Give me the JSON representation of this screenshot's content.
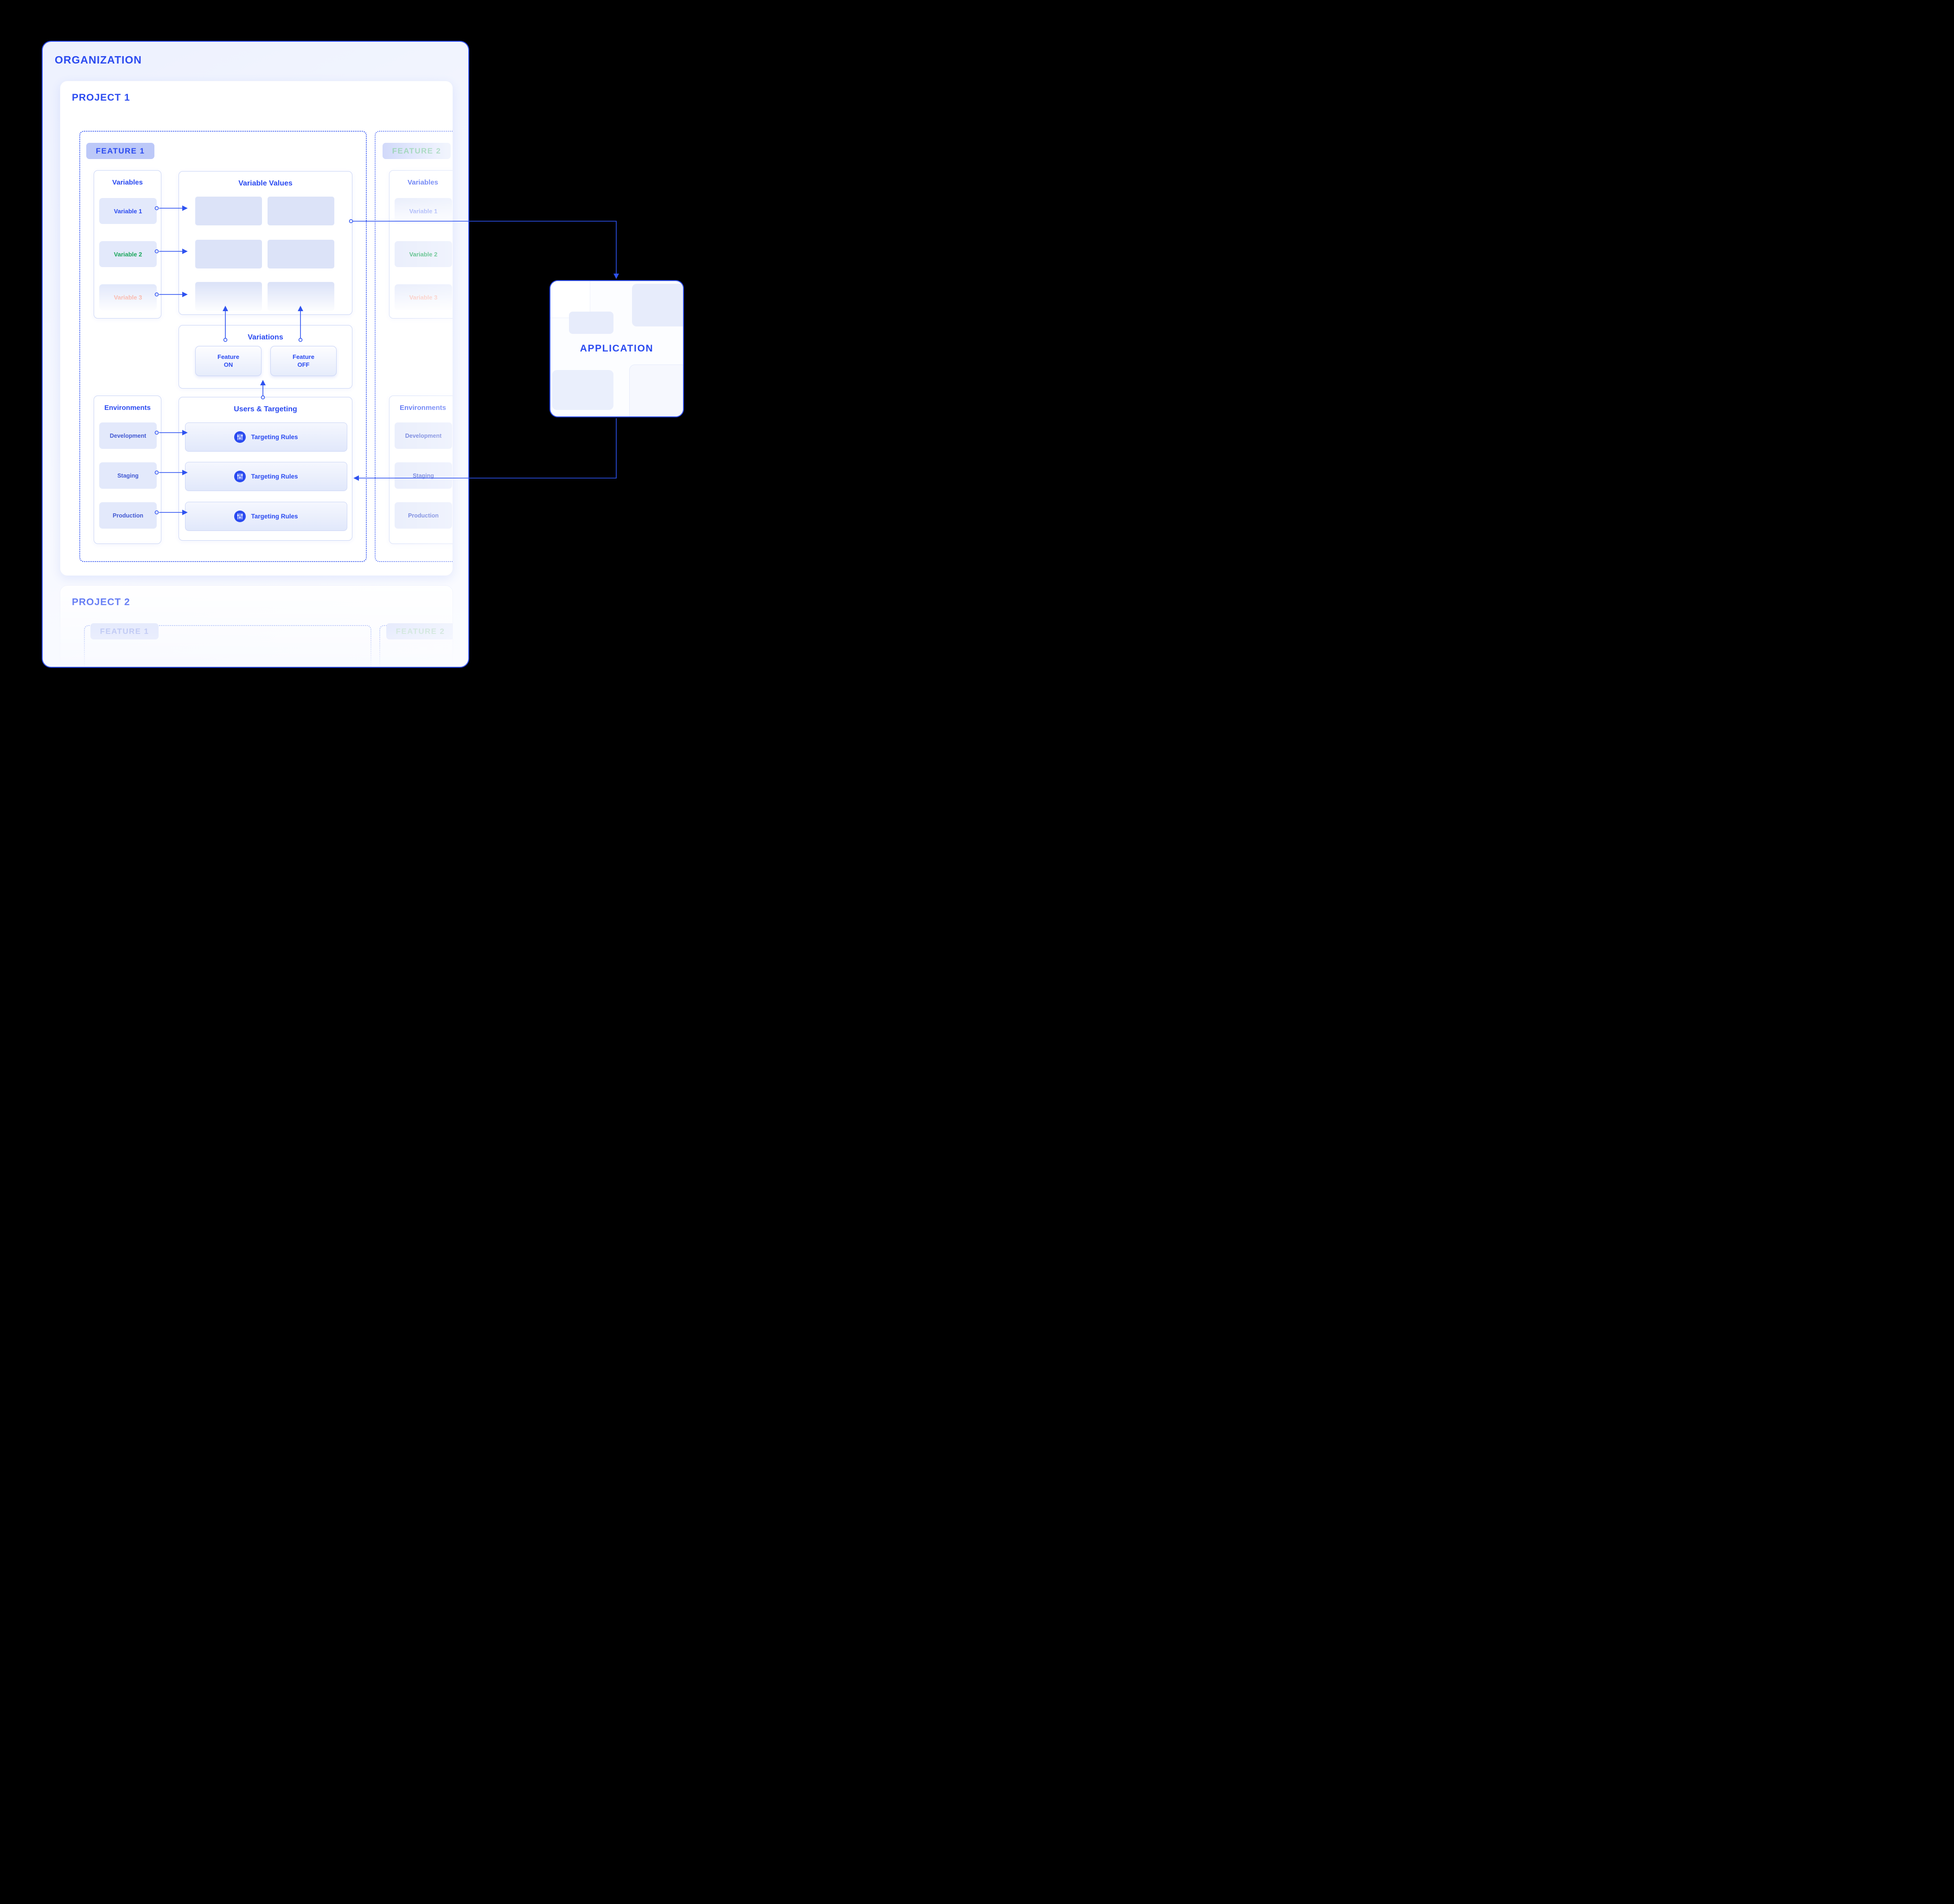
{
  "colors": {
    "accent_blue": "#2b4bf0",
    "variable_green": "#1ba75c",
    "variable_salmon": "#f4836e",
    "badge_background": "#bcc8f8",
    "page_background": "#000000"
  },
  "organization": {
    "title": "ORGANIZATION"
  },
  "application": {
    "title": "APPLICATION"
  },
  "project1": {
    "title": "PROJECT 1",
    "feature1": {
      "badge": "FEATURE 1",
      "variables": {
        "title": "Variables",
        "items": [
          {
            "label": "Variable 1"
          },
          {
            "label": "Variable 2"
          },
          {
            "label": "Variable 3"
          }
        ]
      },
      "variable_values": {
        "title": "Variable Values"
      },
      "variations": {
        "title": "Variations",
        "feature_on": {
          "line1": "Feature",
          "line2": "ON"
        },
        "feature_off": {
          "line1": "Feature",
          "line2": "OFF"
        }
      },
      "environments": {
        "title": "Environments",
        "items": [
          {
            "label": "Development"
          },
          {
            "label": "Staging"
          },
          {
            "label": "Production"
          }
        ]
      },
      "targeting": {
        "title": "Users & Targeting",
        "rules": [
          {
            "label": "Targeting Rules"
          },
          {
            "label": "Targeting Rules"
          },
          {
            "label": "Targeting Rules"
          }
        ]
      }
    },
    "feature2": {
      "badge": "FEATURE 2",
      "variables": {
        "title": "Variables",
        "items": [
          {
            "label": "Variable 1"
          },
          {
            "label": "Variable 2"
          },
          {
            "label": "Variable 3"
          }
        ]
      },
      "environments": {
        "title": "Environments",
        "items": [
          {
            "label": "Development"
          },
          {
            "label": "Staging"
          },
          {
            "label": "Production"
          }
        ]
      }
    }
  },
  "project2": {
    "title": "PROJECT 2",
    "feature1_badge": "FEATURE 1",
    "feature2_badge": "FEATURE 2"
  }
}
